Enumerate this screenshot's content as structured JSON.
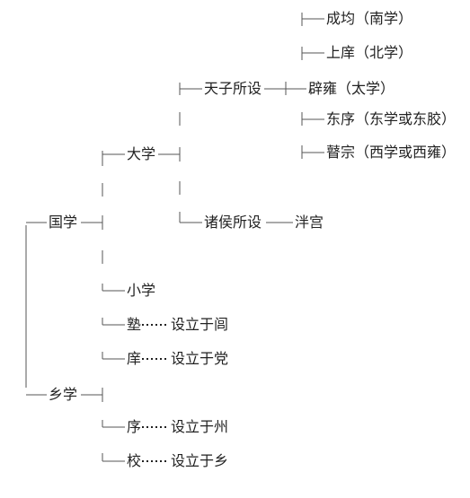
{
  "nodes": {
    "guoxue": "国学",
    "xiangxue": "乡学",
    "daxue": "大学",
    "xiaoxue": "小学",
    "tianzi": "天子所设",
    "zhuhou": "诸侯所设",
    "pangong": "泮宫",
    "chengjun": "成均（南学）",
    "shangxiang": "上庠（北学）",
    "biyong": "辟雍（太学）",
    "dongxu": "东序（东学或东胶）",
    "guzong": "瞽宗（西学或西雍）",
    "shu": "塾",
    "shu_place": "设立于闾",
    "xiang": "庠",
    "xiang_place": "设立于党",
    "xu": "序",
    "xu_place": "设立于州",
    "xiao": "校",
    "xiao_place": "设立于乡"
  },
  "colors": {
    "text": "#222222",
    "line": "#555555"
  }
}
